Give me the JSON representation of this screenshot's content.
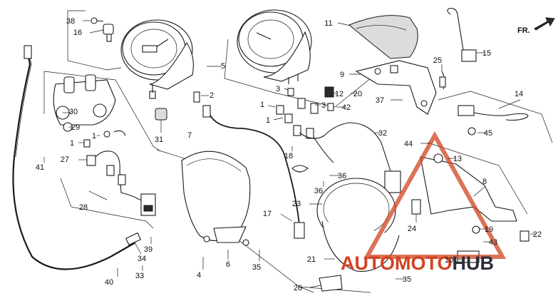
{
  "diagram": {
    "direction_label": "FR.",
    "callouts": [
      {
        "id": "c38",
        "text": "38"
      },
      {
        "id": "c16",
        "text": "16"
      },
      {
        "id": "c5",
        "text": "5"
      },
      {
        "id": "c2",
        "text": "2"
      },
      {
        "id": "c30",
        "text": "30"
      },
      {
        "id": "c29",
        "text": "29"
      },
      {
        "id": "c1a",
        "text": "1"
      },
      {
        "id": "c1b",
        "text": "1"
      },
      {
        "id": "c1c",
        "text": "1"
      },
      {
        "id": "c1d",
        "text": "1"
      },
      {
        "id": "c31",
        "text": "31"
      },
      {
        "id": "c7",
        "text": "7"
      },
      {
        "id": "c41",
        "text": "41"
      },
      {
        "id": "c27",
        "text": "27"
      },
      {
        "id": "c28",
        "text": "28"
      },
      {
        "id": "c39",
        "text": "39"
      },
      {
        "id": "c34",
        "text": "34"
      },
      {
        "id": "c33",
        "text": "33"
      },
      {
        "id": "c40",
        "text": "40"
      },
      {
        "id": "c4",
        "text": "4"
      },
      {
        "id": "c6",
        "text": "6"
      },
      {
        "id": "c35a",
        "text": "35"
      },
      {
        "id": "c17",
        "text": "17"
      },
      {
        "id": "c3a",
        "text": "3"
      },
      {
        "id": "c3b",
        "text": "3"
      },
      {
        "id": "c12",
        "text": "12"
      },
      {
        "id": "c20",
        "text": "20"
      },
      {
        "id": "c42",
        "text": "42"
      },
      {
        "id": "c18",
        "text": "18"
      },
      {
        "id": "c36a",
        "text": "36"
      },
      {
        "id": "c36b",
        "text": "36"
      },
      {
        "id": "c32",
        "text": "32"
      },
      {
        "id": "c23",
        "text": "23"
      },
      {
        "id": "c21",
        "text": "21"
      },
      {
        "id": "c26",
        "text": "26"
      },
      {
        "id": "c35b",
        "text": "35"
      },
      {
        "id": "c11",
        "text": "11"
      },
      {
        "id": "c9",
        "text": "9"
      },
      {
        "id": "c37",
        "text": "37"
      },
      {
        "id": "c25",
        "text": "25"
      },
      {
        "id": "c15",
        "text": "15"
      },
      {
        "id": "c14",
        "text": "14"
      },
      {
        "id": "c45",
        "text": "45"
      },
      {
        "id": "c44",
        "text": "44"
      },
      {
        "id": "c13",
        "text": "13"
      },
      {
        "id": "c8",
        "text": "8"
      },
      {
        "id": "c24",
        "text": "24"
      },
      {
        "id": "c19",
        "text": "19"
      },
      {
        "id": "c43",
        "text": "43"
      },
      {
        "id": "c22",
        "text": "22"
      },
      {
        "id": "c10",
        "text": "10"
      }
    ]
  },
  "watermark": {
    "brand_part1": "AUTOMOTO",
    "brand_part2": "HUB",
    "color_orange": "#d2431f",
    "color_dark": "#2b2f3a"
  }
}
